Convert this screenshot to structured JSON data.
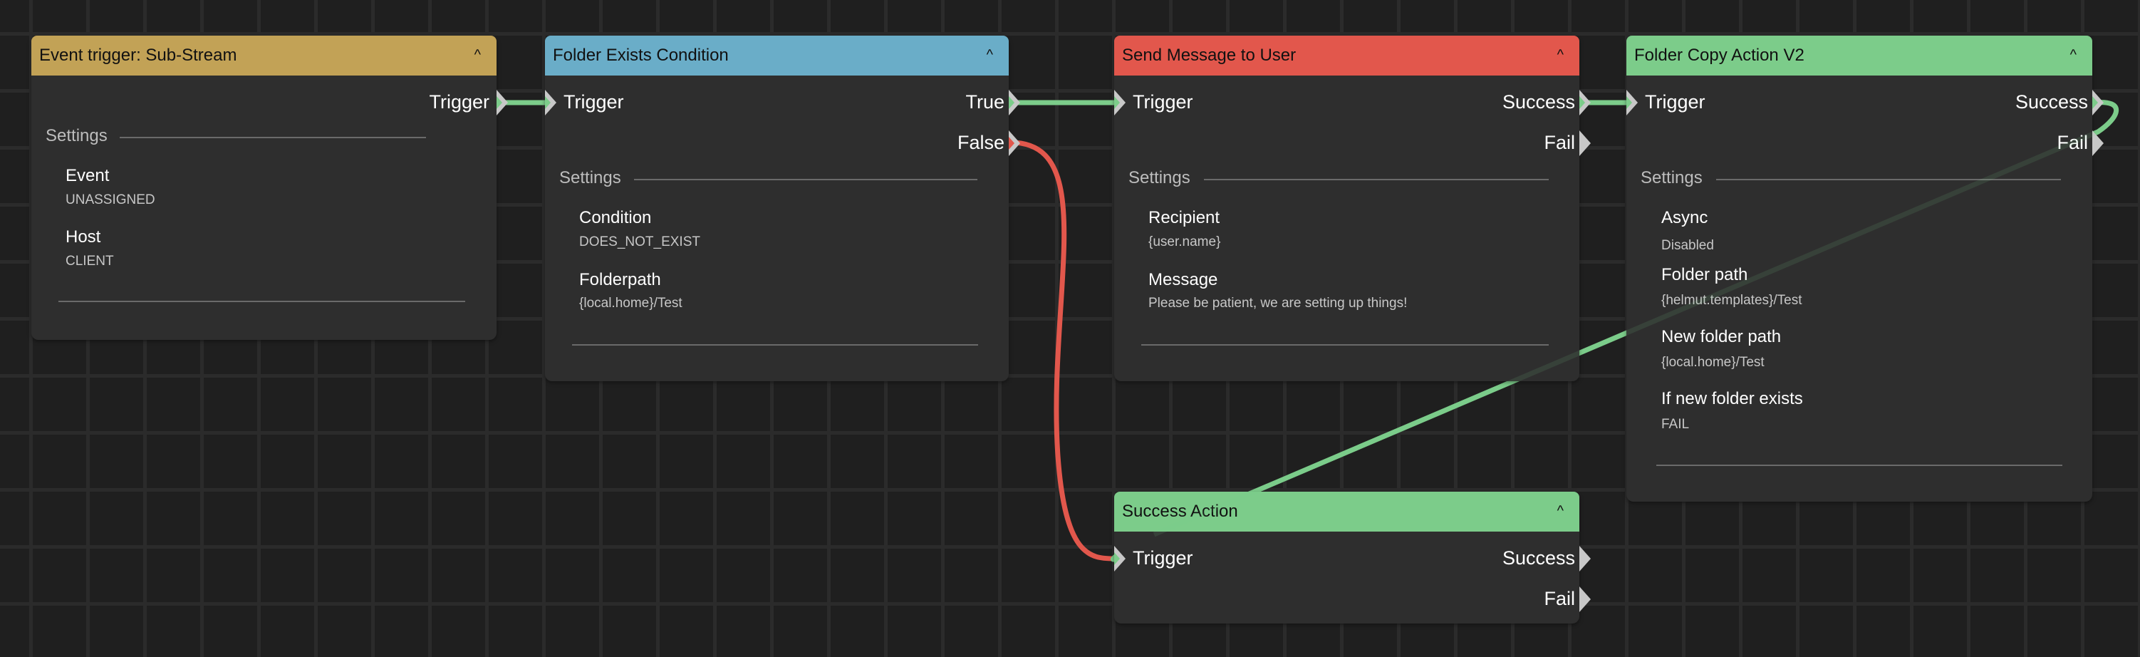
{
  "colors": {
    "event": "#c2a256",
    "condition": "#6aadc8",
    "message": "#e2574c",
    "action": "#7ccc8a",
    "wire_green": "#7ccc8a",
    "wire_red": "#e2574c"
  },
  "icons": {
    "collapse": "chevron-up-icon",
    "port": "triangle-port-icon"
  },
  "nodes": {
    "event": {
      "title": "Event trigger: Sub-Stream",
      "outputs": [
        "Trigger"
      ],
      "settings_label": "Settings",
      "fields": [
        {
          "label": "Event",
          "value": "UNASSIGNED"
        },
        {
          "label": "Host",
          "value": "CLIENT"
        }
      ]
    },
    "condition": {
      "title": "Folder Exists Condition",
      "input": "Trigger",
      "outputs": [
        "True",
        "False"
      ],
      "settings_label": "Settings",
      "fields": [
        {
          "label": "Condition",
          "value": "DOES_NOT_EXIST"
        },
        {
          "label": "Folderpath",
          "value": "{local.home}/Test"
        }
      ]
    },
    "message": {
      "title": "Send Message to User",
      "input": "Trigger",
      "outputs": [
        "Success",
        "Fail"
      ],
      "settings_label": "Settings",
      "fields": [
        {
          "label": "Recipient",
          "value": "{user.name}"
        },
        {
          "label": "Message",
          "value": "Please be patient, we are setting up things!"
        }
      ]
    },
    "copy": {
      "title": "Folder Copy Action V2",
      "input": "Trigger",
      "outputs": [
        "Success",
        "Fail"
      ],
      "settings_label": "Settings",
      "fields": [
        {
          "label": "Async",
          "value": "Disabled"
        },
        {
          "label": "Folder path",
          "value": "{helmut.templates}/Test"
        },
        {
          "label": "New folder path",
          "value": "{local.home}/Test"
        },
        {
          "label": "If new folder exists",
          "value": "FAIL"
        }
      ]
    },
    "success": {
      "title": "Success Action",
      "input": "Trigger",
      "outputs": [
        "Success",
        "Fail"
      ]
    }
  },
  "chevron": "^"
}
